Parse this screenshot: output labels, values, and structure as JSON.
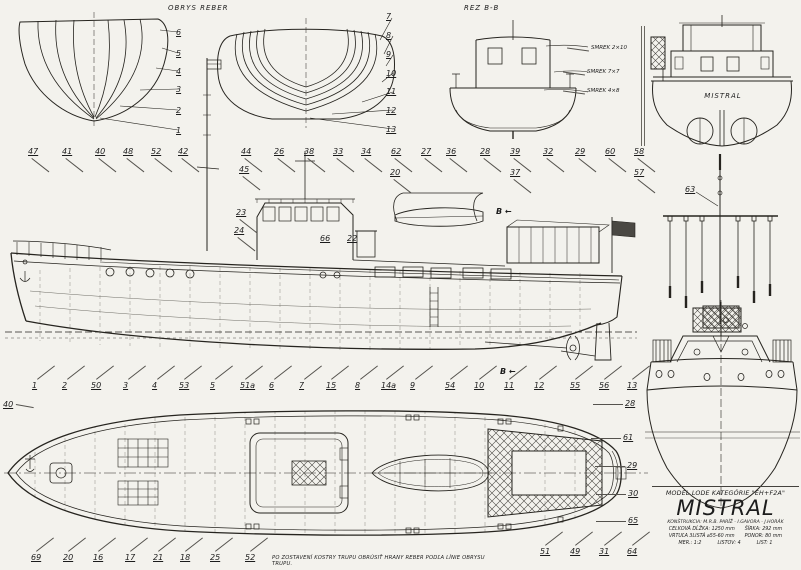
{
  "labels": {
    "body_plan_title": "OBRYS REBER",
    "section_title": "REZ  B-B",
    "transom_name": "MISTRAL",
    "mast_callout": "63",
    "section_marker": "B ←",
    "note": "PO ZOSTAVENÍ KOSTRY TRUPU OBRÚSIŤ HRANY REBER PODĽA LÍNIE OBRYSU TRUPU."
  },
  "materials": [
    "SMREK 2×10",
    "SMREK 7×7",
    "SMREK 4×8"
  ],
  "body_plan": {
    "fore_frames": [
      "6",
      "5",
      "4",
      "3",
      "2",
      "1"
    ],
    "aft_frames": [
      "7",
      "8",
      "9",
      "10",
      "11",
      "12",
      "13"
    ]
  },
  "side_view": {
    "top_callouts": [
      "47",
      "41",
      "40",
      "48",
      "52",
      "42",
      "44",
      "26",
      "38",
      "33",
      "34",
      "62",
      "27",
      "36",
      "28",
      "39",
      "32",
      "29",
      "60",
      "58"
    ],
    "mid_callouts": [
      "45",
      "20",
      "37",
      "57",
      "23",
      "24",
      "66",
      "22"
    ],
    "bottom_callouts": [
      "1",
      "2",
      "50",
      "3",
      "4",
      "53",
      "5",
      "51a",
      "6",
      "7",
      "15",
      "8",
      "14a",
      "9",
      "54",
      "10",
      "11",
      "12",
      "55",
      "56",
      "13"
    ]
  },
  "deck_plan": {
    "bottom_callouts": [
      "69",
      "20",
      "16",
      "17",
      "21",
      "18",
      "25",
      "52",
      "51",
      "49",
      "31",
      "64"
    ],
    "right_callouts": [
      "28",
      "61",
      "29",
      "30",
      "65"
    ],
    "left_callouts": [
      "40"
    ]
  },
  "title_block": {
    "category": "MODEL LODE KATEGÓRIE \"EH+F2A\"",
    "name": "MISTRAL",
    "construction": "KONŠTRUKCIA: M.R.B. PARÍŽ - I.GAVORA - J.HORÁK",
    "length": "CELKOVÁ DĹŽKA: 1250 mm",
    "beam": "ŠÍRKA: 292 mm",
    "propeller": "VRTUĽA 3LISTÁ ⌀55-60 mm",
    "draft": "PONOR: 80 mm",
    "scale": "MER.: 1:2",
    "sheets": "LISTOV: 4",
    "sheet": "LIST: 1"
  }
}
